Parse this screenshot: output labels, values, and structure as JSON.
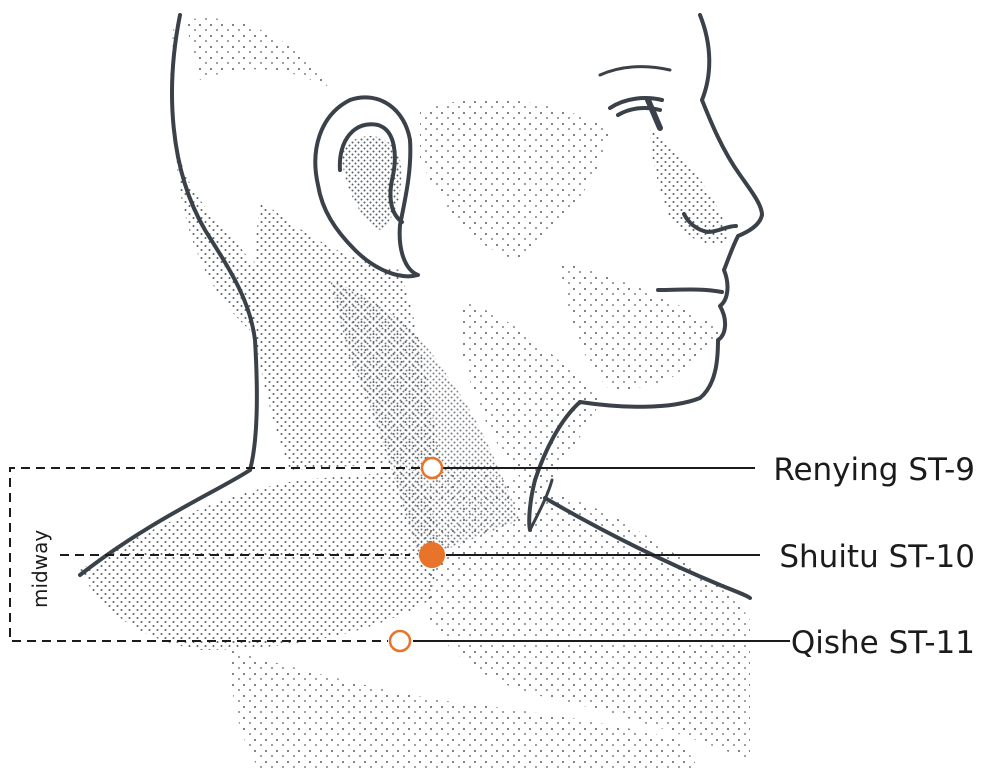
{
  "points": [
    {
      "id": "st9",
      "label": "Renying ST-9"
    },
    {
      "id": "st10",
      "label": "Shuitu ST-10"
    },
    {
      "id": "st11",
      "label": "Qishe ST-11"
    }
  ],
  "bracket": {
    "label": "midway"
  },
  "colors": {
    "accent": "#e8732a",
    "skin_outline": "#3a4149",
    "stipple": "#3a4149",
    "leader_line": "#1b1b1b"
  }
}
